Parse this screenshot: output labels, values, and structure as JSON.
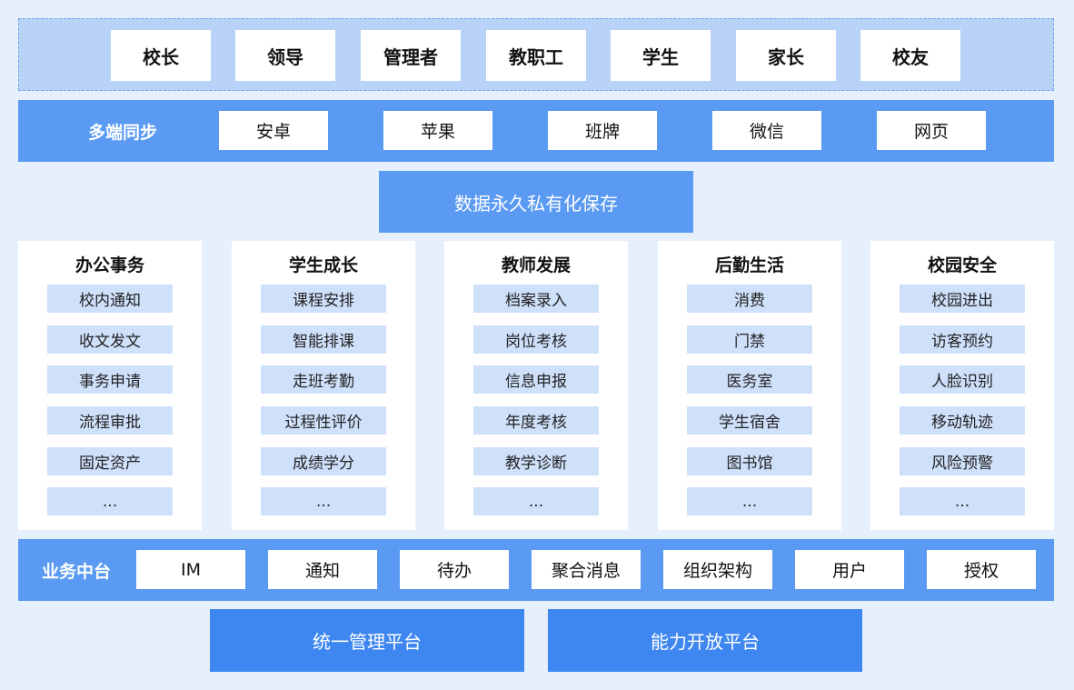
{
  "roles": [
    "校长",
    "领导",
    "管理者",
    "教职工",
    "学生",
    "家长",
    "校友"
  ],
  "clients": {
    "title": "多端同步",
    "items": [
      "安卓",
      "苹果",
      "班牌",
      "微信",
      "网页"
    ]
  },
  "storage": "数据永久私有化保存",
  "modules": [
    {
      "title": "办公事务",
      "items": [
        "校内通知",
        "收文发文",
        "事务申请",
        "流程审批",
        "固定资产",
        "..."
      ]
    },
    {
      "title": "学生成长",
      "items": [
        "课程安排",
        "智能排课",
        "走班考勤",
        "过程性评价",
        "成绩学分",
        "..."
      ]
    },
    {
      "title": "教师发展",
      "items": [
        "档案录入",
        "岗位考核",
        "信息申报",
        "年度考核",
        "教学诊断",
        "..."
      ]
    },
    {
      "title": "后勤生活",
      "items": [
        "消费",
        "门禁",
        "医务室",
        "学生宿舍",
        "图书馆",
        "..."
      ]
    },
    {
      "title": "校园安全",
      "items": [
        "校园进出",
        "访客预约",
        "人脸识别",
        "移动轨迹",
        "风险预警",
        "..."
      ]
    }
  ],
  "platform": {
    "title": "业务中台",
    "items": [
      "IM",
      "通知",
      "待办",
      "聚合消息",
      "组织架构",
      "用户",
      "授权"
    ]
  },
  "bottom": [
    "统一管理平台",
    "能力开放平台"
  ]
}
